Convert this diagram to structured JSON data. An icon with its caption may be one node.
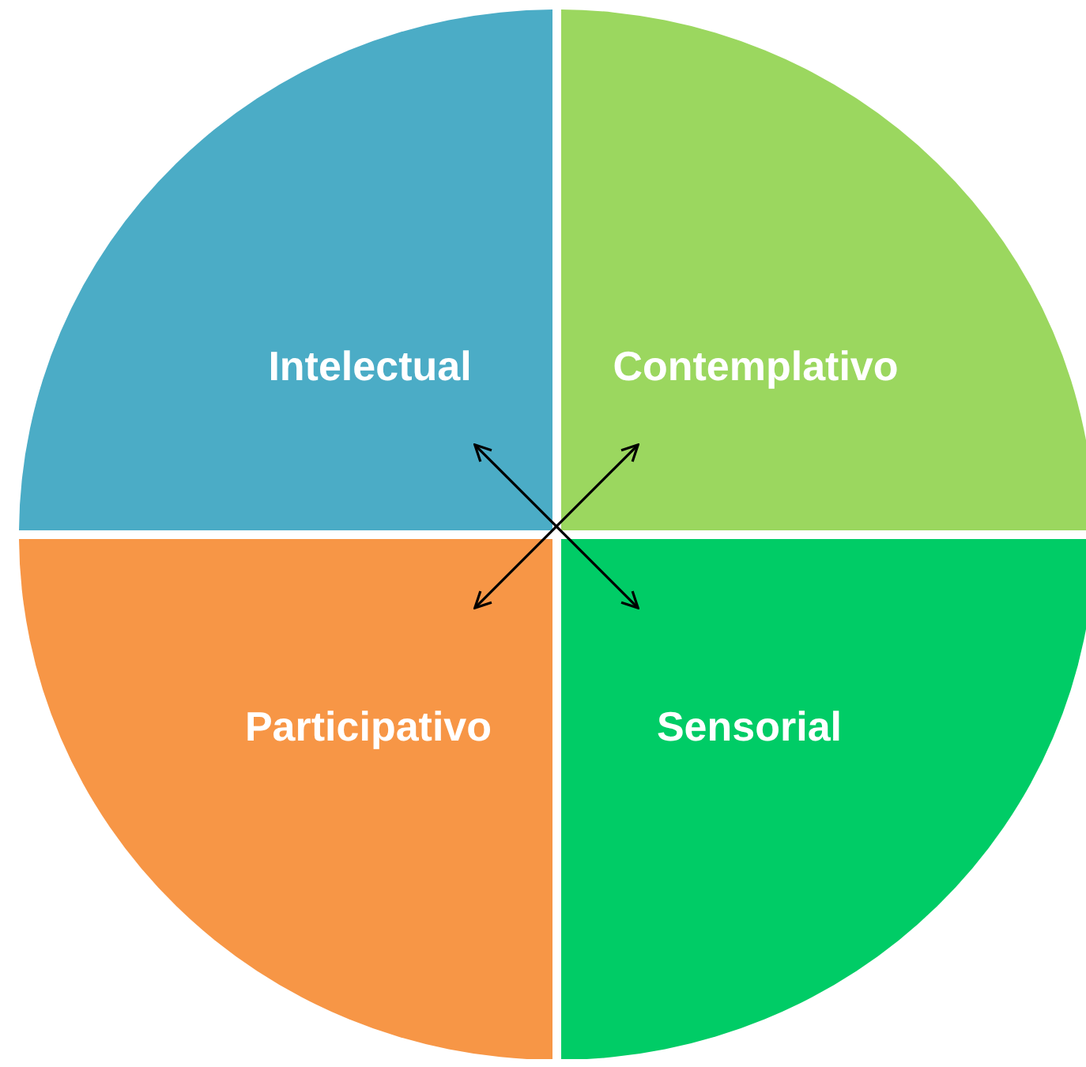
{
  "diagram": {
    "nodes": [
      {
        "text": [
          "Intelectual"
        ]
      },
      {
        "text": [
          "Contemplativo"
        ]
      },
      {
        "text": [
          "Participativo"
        ]
      },
      {
        "text": [
          "Sensorial"
        ]
      }
    ],
    "edges": [
      {
        "from": 0,
        "to": 3,
        "arrow": "both"
      },
      {
        "from": 2,
        "to": 1,
        "arrow": "both"
      }
    ]
  }
}
